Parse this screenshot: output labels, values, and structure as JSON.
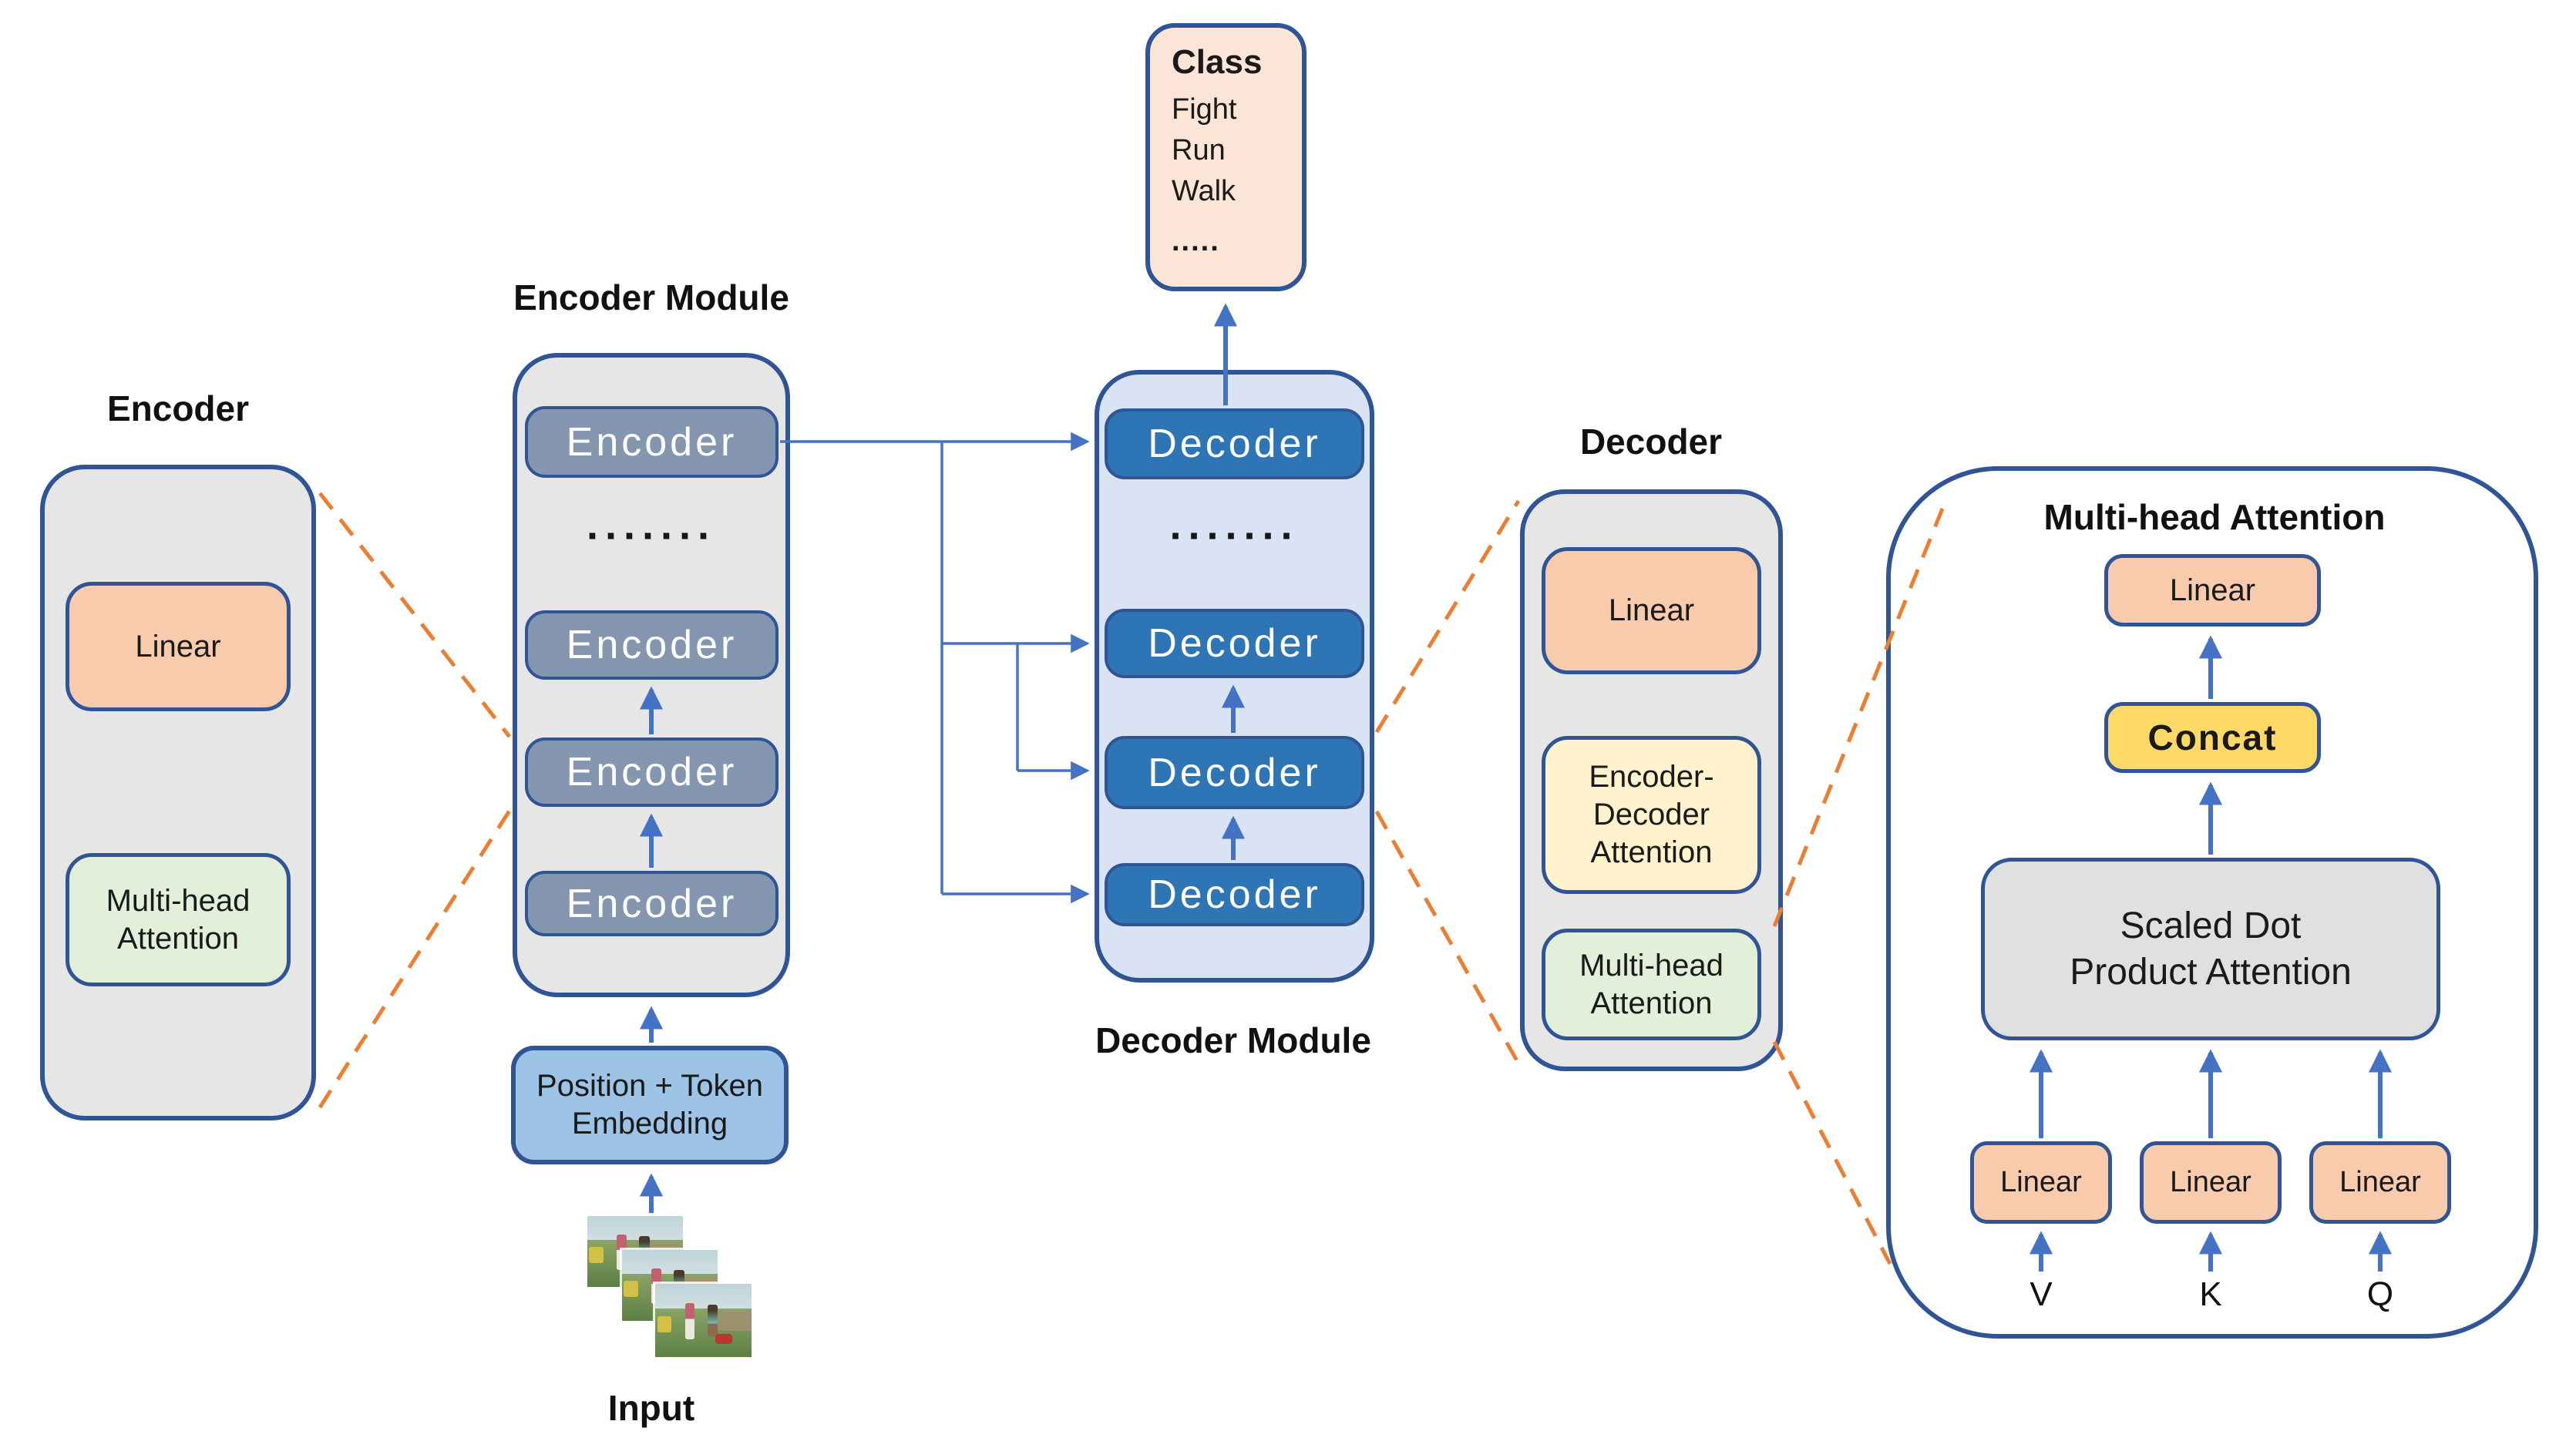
{
  "figure": {
    "class_box": {
      "title": "Class",
      "items": [
        "Fight",
        "Run",
        "Walk"
      ],
      "ellipsis": "....."
    },
    "encoder_detail": {
      "title": "Encoder",
      "linear": "Linear",
      "mha": "Multi-head\nAttention"
    },
    "encoder_module": {
      "title": "Encoder Module",
      "layers": [
        "Encoder",
        "Encoder",
        "Encoder",
        "Encoder"
      ],
      "ellipsis": "......."
    },
    "decoder_module": {
      "label": "Decoder Module",
      "layers": [
        "Decoder",
        "Decoder",
        "Decoder",
        "Decoder"
      ],
      "ellipsis": "......."
    },
    "decoder_detail": {
      "title": "Decoder",
      "linear": "Linear",
      "enc_dec_attention": "Encoder-\nDecoder\nAttention",
      "mha": "Multi-head\nAttention"
    },
    "mha_detail": {
      "title": "Multi-head Attention",
      "linear_out": "Linear",
      "concat": "Concat",
      "sdpa": "Scaled Dot\nProduct Attention",
      "linear_v": "Linear",
      "linear_k": "Linear",
      "linear_q": "Linear",
      "v": "V",
      "k": "K",
      "q": "Q"
    },
    "embedding": {
      "label": "Position + Token\nEmbedding"
    },
    "input": {
      "label": "Input",
      "frame_count": 3
    },
    "colors": {
      "border_navy": "#2f5597",
      "arrow_blue": "#4472c4",
      "dashed_orange": "#ed7d31",
      "encoder_bar": "#8496b0",
      "decoder_bar": "#2e75b6",
      "module_gray": "#e7e6e6",
      "decoder_module_bg": "#dae3f3",
      "peach": "#f8cbad",
      "class_peach": "#fbe5d6",
      "green": "#e2efd9",
      "yellow": "#fff2cc",
      "gold": "#ffd966",
      "embedding_blue": "#9dc3e6",
      "sdpa_gray": "#e0e0e0"
    }
  }
}
